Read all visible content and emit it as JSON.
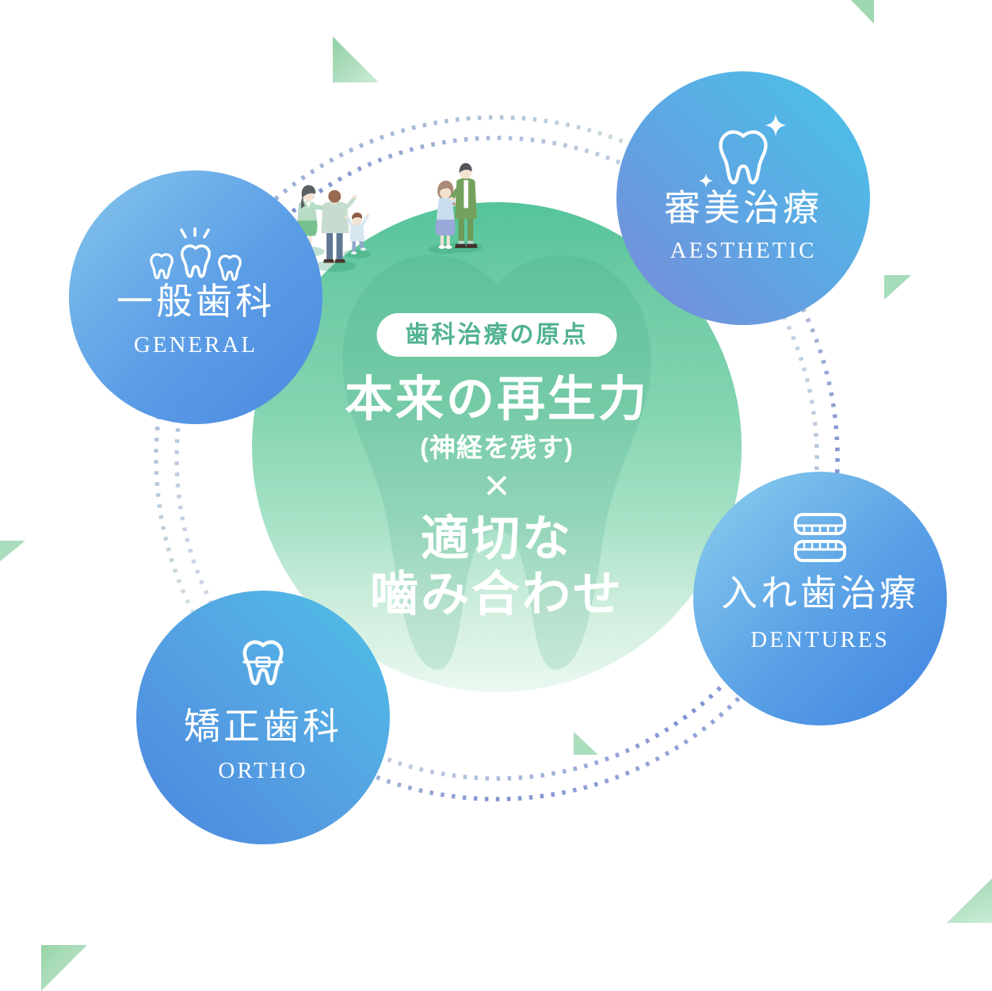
{
  "palette": {
    "background": "#ffffff",
    "center_green_top": "#55c49a",
    "center_green_bottom": "#eaf8f1",
    "badge_text_green": "#52b292",
    "text_white": "#ffffff",
    "dot_ring_blue": "#7d90cf",
    "dot_ring_pale_green": "#dcebdf",
    "triangle_green": "#a6d9b7",
    "satellite_blue_light": "#85c6ec",
    "satellite_blue_deep": "#4b89e0",
    "satellite_cyan": "#4ac4e8",
    "satellite_periwinkle": "#7a8ad7"
  },
  "center": {
    "badge_label": "歯科治療の原点",
    "line1": "本来の再生力",
    "line2": "(神経を残す)",
    "operator": "×",
    "line3": "適切な",
    "line4": "嚙み合わせ"
  },
  "satellites": [
    {
      "jp": "一般歯科",
      "en": "GENERAL",
      "icon": "three-teeth-shine-icon"
    },
    {
      "jp": "審美治療",
      "en": "AESTHETIC",
      "icon": "tooth-sparkle-icon"
    },
    {
      "jp": "入れ歯治療",
      "en": "DENTURES",
      "icon": "dentures-icon"
    },
    {
      "jp": "矯正歯科",
      "en": "ORTHO",
      "icon": "tooth-braces-icon"
    }
  ]
}
